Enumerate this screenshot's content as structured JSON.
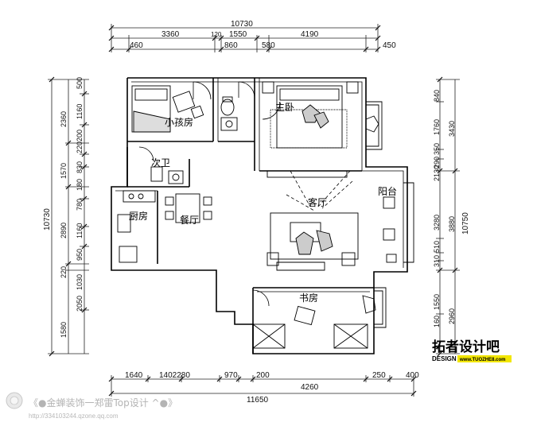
{
  "floor_plan": {
    "rooms": {
      "child_room": "小孩房",
      "master_bedroom": "主卧",
      "second_bath": "次卫",
      "kitchen": "厨房",
      "dining": "餐厅",
      "living": "客厅",
      "balcony": "阳台",
      "study": "书房"
    },
    "dimensions": {
      "top_total": "10730",
      "top_row1": [
        "3360",
        "120",
        "1550",
        "4190"
      ],
      "top_row2": [
        "460",
        "860",
        "580",
        "450"
      ],
      "bottom_row1": [
        "1640",
        "1402280",
        "970",
        "200",
        "4260",
        "250",
        "400"
      ],
      "bottom_total": "11650",
      "left_total": "10730",
      "left_row1": [
        "2360",
        "1570",
        "2890",
        "220",
        "1580"
      ],
      "left_row2": [
        "500",
        "1160",
        "200",
        "220",
        "830",
        "180",
        "780",
        "1160",
        "950",
        "1030",
        "2050"
      ],
      "right_total": "10750",
      "right_row1": [
        "3430",
        "3880",
        "2960"
      ],
      "right_row2": [
        "840",
        "1760",
        "350",
        "290",
        "2130",
        "3280",
        "510",
        "310",
        "1550",
        "160"
      ]
    }
  },
  "watermark": {
    "title": "《●金蝉装饰一郑雷Top设计 ^●》",
    "url": "http://334103244.qzone.qq.com"
  },
  "brand": {
    "name": "拓者设计吧",
    "tagline": "DESIGN",
    "site": "www.TUOZHE8.com"
  }
}
